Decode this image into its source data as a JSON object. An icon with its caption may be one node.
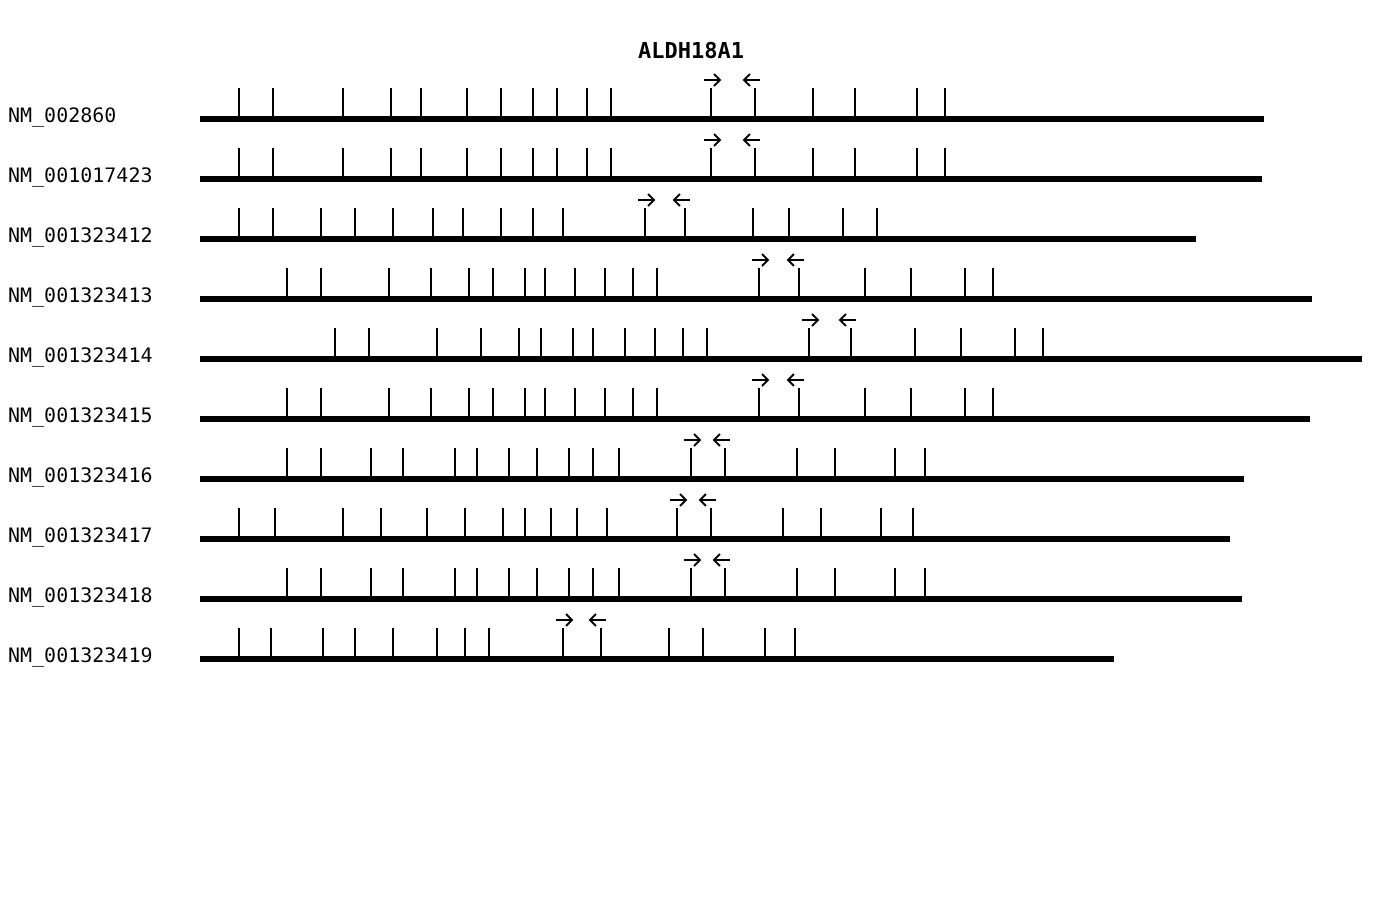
{
  "diagram": {
    "title": "ALDH18A1",
    "labels": [
      "NM_002860",
      "NM_001017423",
      "NM_001323412",
      "NM_001323413",
      "NM_001323414",
      "NM_001323415",
      "NM_001323416",
      "NM_001323417",
      "NM_001323418",
      "NM_001323419"
    ]
  }
}
